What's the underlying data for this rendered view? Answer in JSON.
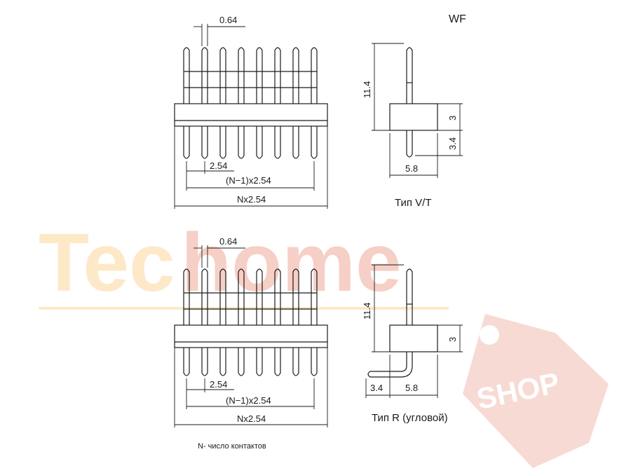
{
  "series_label": "WF",
  "dims": {
    "pin_width": "0.64",
    "height_total": "11.4",
    "pitch": "2.54",
    "span": "(N−1)x2.54",
    "length": "Nx2.54",
    "body_height": "3",
    "tail": "3.4",
    "body_depth": "5.8"
  },
  "captions": {
    "vertical": "Тип  V/T",
    "angled": "Тип R (угловой)",
    "note": "N-  число контактов"
  },
  "watermark": {
    "brand_left": "Tec",
    "brand_right": "home",
    "badge": "SHOP",
    "color_light": "#fde9c8",
    "color_main": "#f6cfc6",
    "color_badge": "#f4c6c0"
  },
  "diagram": {
    "pin_count": 8,
    "line_color": "#1a1a1a"
  }
}
